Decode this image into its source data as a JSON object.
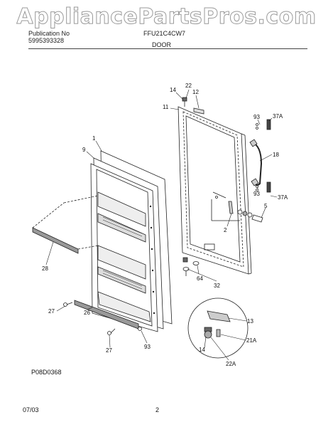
{
  "watermark": "AppliancePartsPros.com",
  "header": {
    "publication": "Publication No",
    "publication_number": "5995393328",
    "model": "FFU21C4CW7",
    "section": "DOOR"
  },
  "diagram_code": "P08D0368",
  "footer": {
    "date": "07/03",
    "page": "2"
  },
  "part_labels": {
    "p14a": "14",
    "p22a": "22",
    "p12": "12",
    "p11": "11",
    "p1": "1",
    "p9": "9",
    "p93a": "93",
    "p37a1": "37A",
    "p18": "18",
    "p93b": "93",
    "p37a2": "37A",
    "p5": "5",
    "p2": "2",
    "p28": "28",
    "p64": "64",
    "p32": "32",
    "p27a": "27",
    "p26": "26",
    "p27b": "27",
    "p93c": "93",
    "p13": "13",
    "p21a": "21A",
    "p14b": "14",
    "p22b": "22A"
  }
}
